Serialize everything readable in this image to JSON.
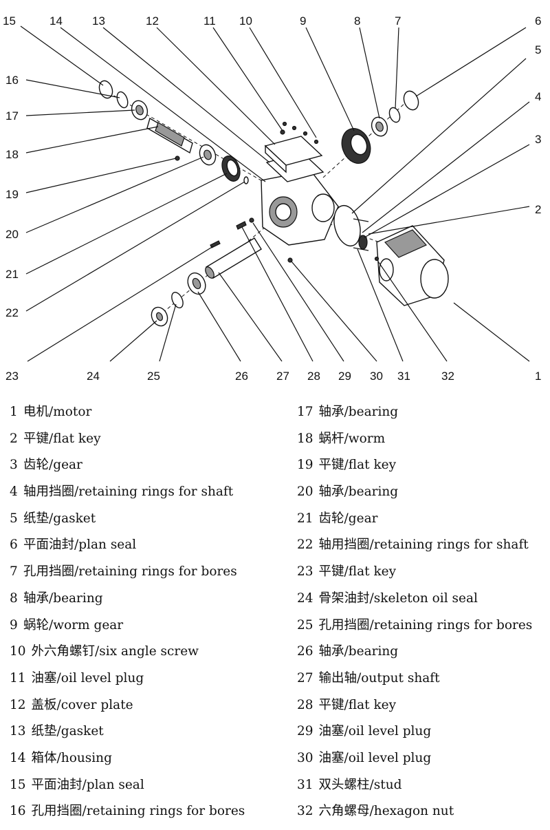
{
  "callout_numbers": [
    "1",
    "2",
    "3",
    "4",
    "5",
    "6",
    "7",
    "8",
    "9",
    "10",
    "11",
    "12",
    "13",
    "14",
    "15",
    "16",
    "17",
    "18",
    "19",
    "20",
    "21",
    "22",
    "23",
    "24",
    "25",
    "26",
    "27",
    "28",
    "29",
    "30",
    "31",
    "32"
  ],
  "legend": {
    "left": [
      {
        "num": "1",
        "text": "电机/motor"
      },
      {
        "num": "2",
        "text": "平键/flat key"
      },
      {
        "num": "3",
        "text": "齿轮/gear"
      },
      {
        "num": "4",
        "text": "轴用挡圈/retaining rings for shaft"
      },
      {
        "num": "5",
        "text": "纸垫/gasket"
      },
      {
        "num": "6",
        "text": "平面油封/plan seal"
      },
      {
        "num": "7",
        "text": "孔用挡圈/retaining rings for bores"
      },
      {
        "num": "8",
        "text": "轴承/bearing"
      },
      {
        "num": "9",
        "text": "蜗轮/worm gear"
      },
      {
        "num": "10",
        "text": "外六角螺钉/six angle screw"
      },
      {
        "num": "11",
        "text": "油塞/oil level plug"
      },
      {
        "num": "12",
        "text": "盖板/cover plate"
      },
      {
        "num": "13",
        "text": "纸垫/gasket"
      },
      {
        "num": "14",
        "text": "箱体/housing"
      },
      {
        "num": "15",
        "text": "平面油封/plan seal"
      },
      {
        "num": "16",
        "text": "孔用挡圈/retaining rings for bores"
      }
    ],
    "right": [
      {
        "num": "17",
        "text": "轴承/bearing"
      },
      {
        "num": "18",
        "text": "蜗杆/worm"
      },
      {
        "num": "19",
        "text": "平键/flat key"
      },
      {
        "num": "20",
        "text": "轴承/bearing"
      },
      {
        "num": "21",
        "text": "齿轮/gear"
      },
      {
        "num": "22",
        "text": "轴用挡圈/retaining rings for shaft"
      },
      {
        "num": "23",
        "text": "平键/flat key"
      },
      {
        "num": "24",
        "text": "骨架油封/skeleton oil seal"
      },
      {
        "num": "25",
        "text": "孔用挡圈/retaining rings for bores"
      },
      {
        "num": "26",
        "text": "轴承/bearing"
      },
      {
        "num": "27",
        "text": "输出轴/output shaft"
      },
      {
        "num": "28",
        "text": "平键/flat key"
      },
      {
        "num": "29",
        "text": "油塞/oil level plug"
      },
      {
        "num": "30",
        "text": "油塞/oil level plug"
      },
      {
        "num": "31",
        "text": "双头螺柱/stud"
      },
      {
        "num": "32",
        "text": "六角螺母/hexagon nut"
      }
    ]
  }
}
